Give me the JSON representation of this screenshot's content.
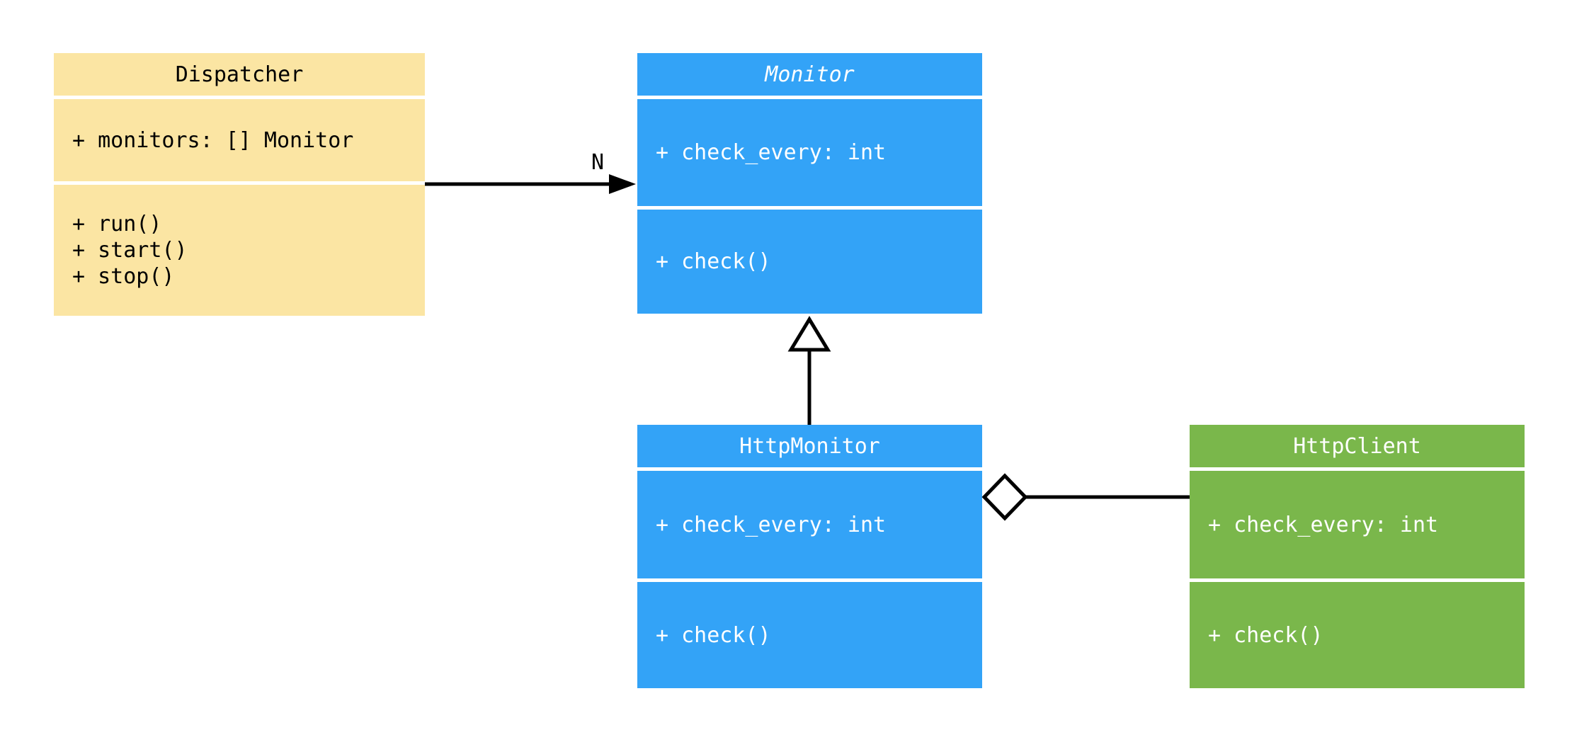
{
  "diagram": {
    "background_color": "#FFFFFF",
    "line_color": "#000000",
    "classes": [
      {
        "name": "Dispatcher",
        "abstract": false,
        "fill_color": "#FBE5A3",
        "text_color": "#000000",
        "attributes": [
          "+ monitors: [] Monitor"
        ],
        "methods": [
          "+ run()",
          "+ start()",
          "+ stop()"
        ]
      },
      {
        "name": "Monitor",
        "abstract": true,
        "fill_color": "#33A3F7",
        "text_color": "#FFFFFF",
        "attributes": [
          "+ check_every: int"
        ],
        "methods": [
          "+ check()"
        ]
      },
      {
        "name": "HttpMonitor",
        "abstract": false,
        "fill_color": "#33A3F7",
        "text_color": "#FFFFFF",
        "attributes": [
          "+ check_every: int"
        ],
        "methods": [
          "+ check()"
        ]
      },
      {
        "name": "HttpClient",
        "abstract": false,
        "fill_color": "#7AB74B",
        "text_color": "#FFFFFF",
        "attributes": [
          "+ check_every: int"
        ],
        "methods": [
          "+ check()"
        ]
      }
    ],
    "relations": [
      {
        "from": "Dispatcher",
        "to": "Monitor",
        "kind": "directed-association",
        "marker": "filled-arrowhead",
        "label": "N"
      },
      {
        "from": "HttpMonitor",
        "to": "Monitor",
        "kind": "inheritance",
        "marker": "hollow-triangle",
        "label": ""
      },
      {
        "from": "HttpMonitor",
        "to": "HttpClient",
        "kind": "aggregation",
        "marker": "hollow-diamond",
        "label": ""
      }
    ]
  }
}
